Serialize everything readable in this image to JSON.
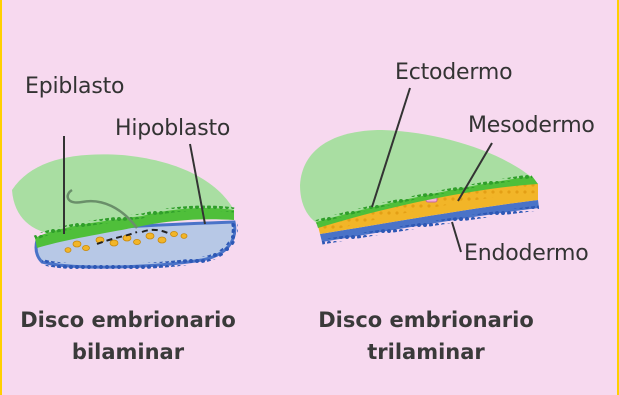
{
  "labels": {
    "epiblasto": "Epiblasto",
    "hipoblasto": "Hipoblasto",
    "ectodermo": "Ectodermo",
    "mesodermo": "Mesodermo",
    "endodermo": "Endodermo"
  },
  "captions": {
    "bilaminar_line1": "Disco embrionario",
    "bilaminar_line2": "bilaminar",
    "trilaminar_line1": "Disco embrionario",
    "trilaminar_line2": "trilaminar"
  },
  "colors": {
    "background": "#f7d9ef",
    "border": "#ffd000",
    "amnion": "#a9dea2",
    "epiblast": "#4fbf3a",
    "hypoblast": "#4a73c8",
    "mesoderm": "#f2b528",
    "cavity": "#b7c8e6"
  }
}
